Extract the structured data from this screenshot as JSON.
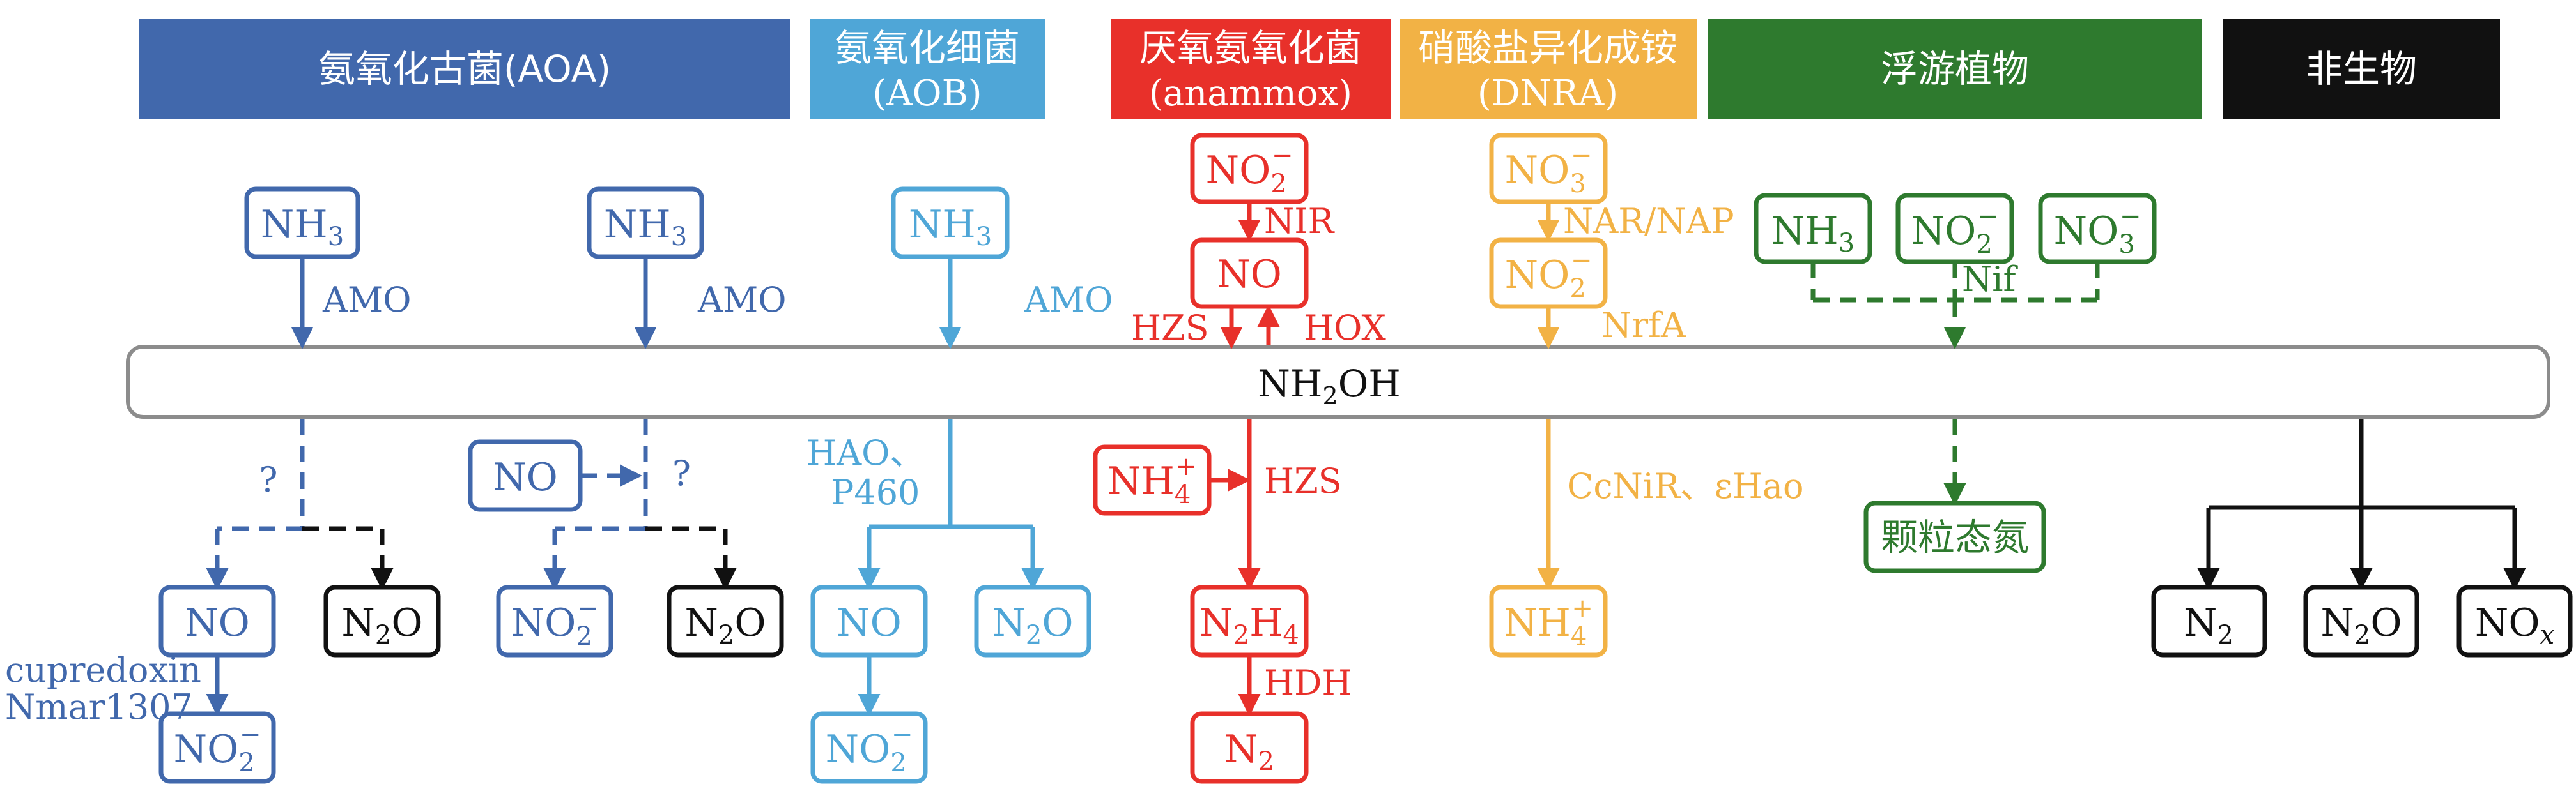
{
  "colors": {
    "aoa": "#4168AC",
    "aob": "#4FA6D7",
    "anammox": "#E8302A",
    "dnra": "#F2B245",
    "phyto": "#2E7A2E",
    "abiotic": "#111111",
    "bar": "#8C8C8C"
  },
  "headers": {
    "aoa": "氨氧化古菌(AOA)",
    "aob_line1": "氨氧化细菌",
    "aob_line2": "(AOB)",
    "anammox_line1": "厌氧氨氧化菌",
    "anammox_line2": "(anammox)",
    "dnra_line1": "硝酸盐异化成铵",
    "dnra_line2": "(DNRA)",
    "phyto": "浮游植物",
    "abiotic": "非生物"
  },
  "center": {
    "prefix": "NH",
    "sub": "2",
    "suffix": "OH"
  },
  "chem": {
    "nh3": "NH",
    "nh3_sub": "3",
    "no": "NO",
    "no2": "NO",
    "no2_sub": "2",
    "no2_sup": "−",
    "no3": "NO",
    "no3_sub": "3",
    "no3_sup": "−",
    "n2o": "N",
    "n2o_sub": "2",
    "n2o_end": "O",
    "n2": "N",
    "n2_sub": "2",
    "nh4": "NH",
    "nh4_sub": "4",
    "nh4_sup": "+",
    "n2h4": "N",
    "n2h4_sub1": "2",
    "n2h4_mid": "H",
    "n2h4_sub2": "4",
    "nox": "NO",
    "nox_sub": "x",
    "particulate": "颗粒态氮"
  },
  "labels": {
    "amo": "AMO",
    "unknown": "?",
    "cupredoxin": "cupredoxin",
    "nmar": "Nmar1307",
    "hao": "HAO、",
    "p460": "P460",
    "nir": "NIR",
    "hzs": "HZS",
    "hox": "HOX",
    "hdh": "HDH",
    "nar": "NAR/NAP",
    "nrfa": "NrfA",
    "ccnir": "CcNiR、εHao",
    "nif": "Nif"
  }
}
